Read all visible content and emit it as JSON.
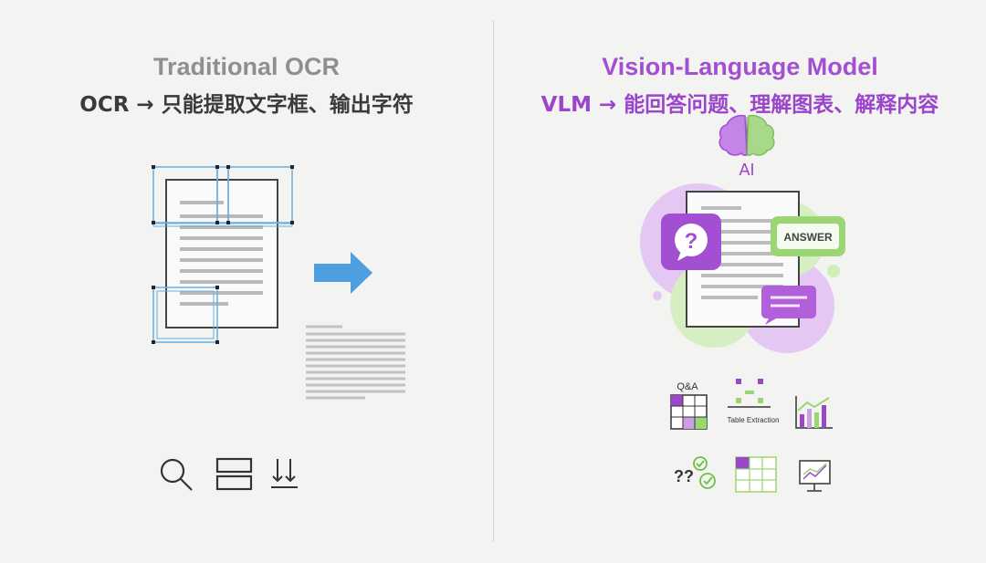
{
  "left": {
    "title": "Traditional OCR",
    "subtitle": "OCR → 只能提取文字框、输出字符",
    "icons": [
      "search-icon",
      "layout-boxes-icon",
      "download-arrows-icon"
    ]
  },
  "right": {
    "title": "Vision-Language Model",
    "subtitle": "VLM → 能回答问题、理解图表、解释内容",
    "brain_label": "AI",
    "answer_label": "ANSWER",
    "qa_label": "Q&A",
    "table_extraction_label": "Table Extraction",
    "question_marks": "??",
    "icons": [
      "brain-icon",
      "question-bubble-icon",
      "answer-bubble-icon",
      "message-bubble-icon",
      "qa-grid-icon",
      "table-extraction-icon",
      "bar-chart-icon",
      "verify-check-icon",
      "table-grid-icon",
      "monitor-chart-icon"
    ]
  },
  "colors": {
    "purple": "#a24fd1",
    "green": "#94d66e",
    "blue_arrow": "#4f9fe0",
    "box_blue": "#6aaee0"
  }
}
